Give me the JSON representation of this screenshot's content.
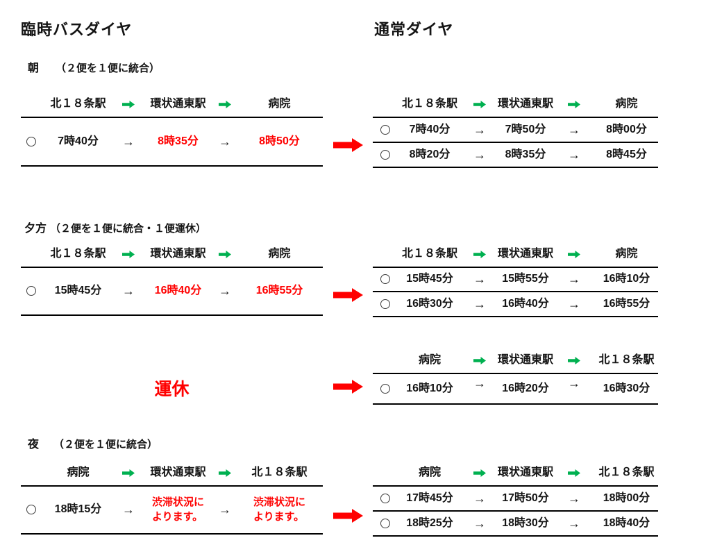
{
  "page": {
    "left_title": "臨時バスダイヤ",
    "right_title": "通常ダイヤ"
  },
  "glyphs": {
    "black_arrow": "→"
  },
  "colors": {
    "red": "#FF0000",
    "green": "#00B050",
    "line": "#000000"
  },
  "temp": {
    "morning": {
      "label": "朝",
      "note": "（２便を１便に統合）",
      "header": {
        "s1": "北１８条駅",
        "s2": "環状通東駅",
        "s3": "病院"
      },
      "row": {
        "stop1": "7時40分",
        "stop2": "8時35分",
        "stop3": "8時50分"
      }
    },
    "evening": {
      "label": "夕方",
      "note": "（２便を１便に統合・１便運休）",
      "header": {
        "s1": "北１８条駅",
        "s2": "環状通東駅",
        "s3": "病院"
      },
      "row": {
        "stop1": "15時45分",
        "stop2": "16時40分",
        "stop3": "16時55分"
      }
    },
    "suspended_label": "運休",
    "night": {
      "label": "夜",
      "note": "（２便を１便に統合）",
      "header": {
        "s1": "病院",
        "s2": "環状通東駅",
        "s3": "北１８条駅"
      },
      "row": {
        "stop1": "18時15分",
        "stop2_line1": "渋滞状況に",
        "stop2_line2": "よります。",
        "stop3_line1": "渋滞状況に",
        "stop3_line2": "よります。"
      }
    }
  },
  "normal": {
    "morning": {
      "header": {
        "s1": "北１８条駅",
        "s2": "環状通東駅",
        "s3": "病院"
      },
      "rows": [
        {
          "stop1": "7時40分",
          "stop2": "7時50分",
          "stop3": "8時00分"
        },
        {
          "stop1": "8時20分",
          "stop2": "8時35分",
          "stop3": "8時45分"
        }
      ]
    },
    "evening": {
      "header": {
        "s1": "北１８条駅",
        "s2": "環状通東駅",
        "s3": "病院"
      },
      "rows": [
        {
          "stop1": "15時45分",
          "stop2": "15時55分",
          "stop3": "16時10分"
        },
        {
          "stop1": "16時30分",
          "stop2": "16時40分",
          "stop3": "16時55分"
        }
      ]
    },
    "return_trip": {
      "header": {
        "s1": "病院",
        "s2": "環状通東駅",
        "s3": "北１８条駅"
      },
      "rows": [
        {
          "stop1": "16時10分",
          "stop2": "16時20分",
          "stop3": "16時30分"
        }
      ]
    },
    "night": {
      "header": {
        "s1": "病院",
        "s2": "環状通東駅",
        "s3": "北１８条駅"
      },
      "rows": [
        {
          "stop1": "17時45分",
          "stop2": "17時50分",
          "stop3": "18時00分"
        },
        {
          "stop1": "18時25分",
          "stop2": "18時30分",
          "stop3": "18時40分"
        }
      ]
    }
  }
}
